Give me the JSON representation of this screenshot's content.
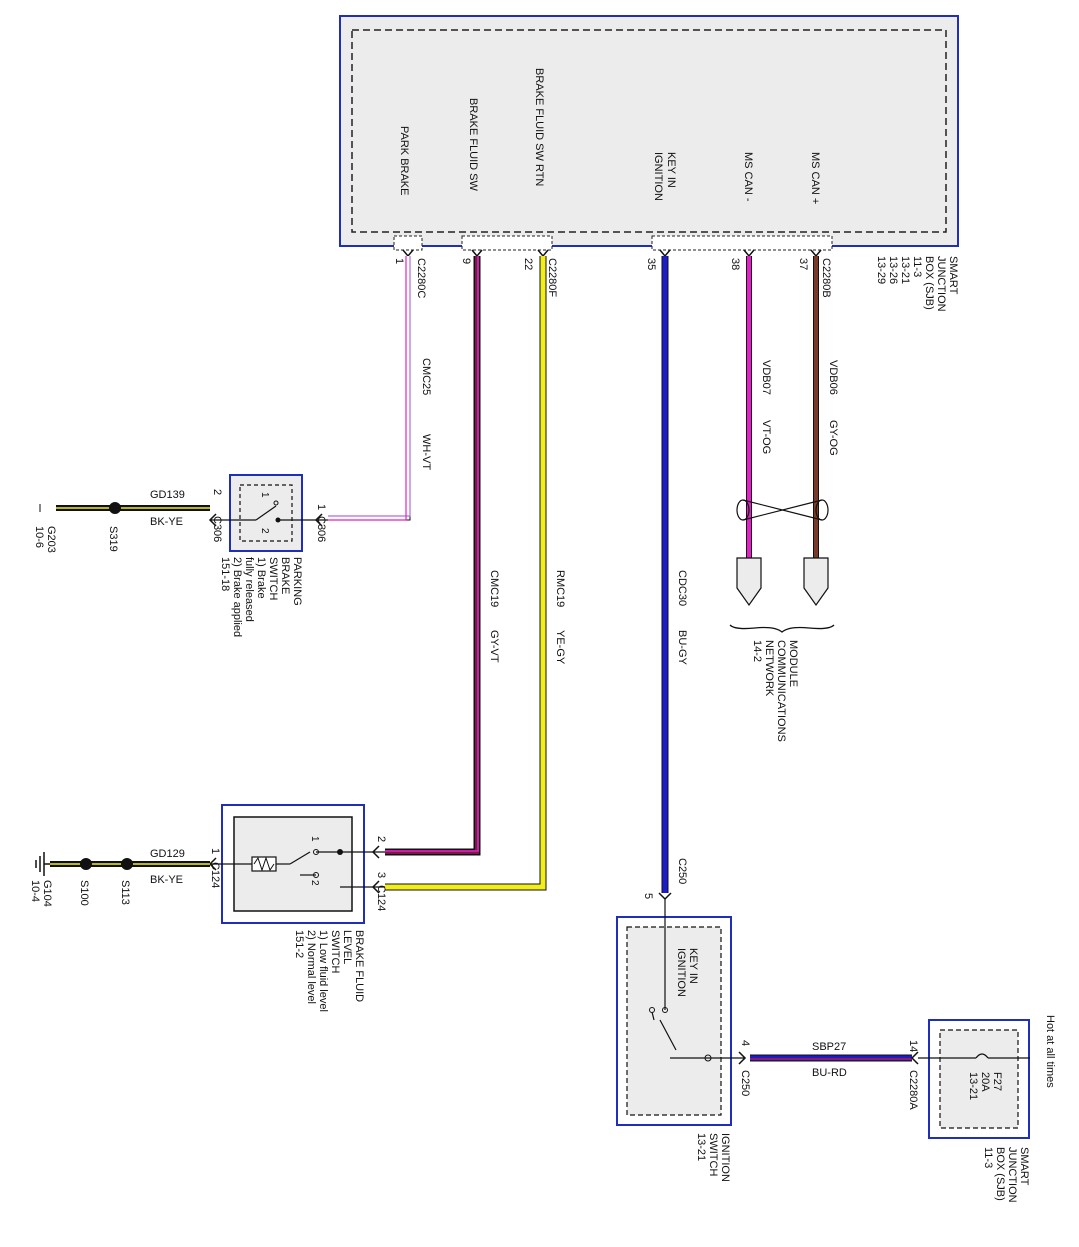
{
  "sjb_top": {
    "name_lines": [
      "SMART",
      "JUNCTION",
      "BOX (SJB)",
      "11-3",
      "13-21",
      "13-26",
      "13-29"
    ],
    "pins": [
      {
        "id": "park-brake",
        "label": "PARK BRAKE",
        "pin": "1",
        "connector": "C2280C"
      },
      {
        "id": "brake-fluid-sw",
        "label": "BRAKE FLUID SW",
        "pin": "9",
        "connector": ""
      },
      {
        "id": "brake-fluid-sw-rtn",
        "label": "BRAKE FLUID SW RTN",
        "pin": "22",
        "connector": "C2280F"
      },
      {
        "id": "key-in-ignition",
        "label_lines": [
          "KEY IN",
          "IGNITION"
        ],
        "pin": "35",
        "connector": ""
      },
      {
        "id": "ms-can-minus",
        "label": "MS CAN -",
        "pin": "38",
        "connector": ""
      },
      {
        "id": "ms-can-plus",
        "label": "MS CAN +",
        "pin": "37",
        "connector": "C2280B"
      }
    ]
  },
  "wires": {
    "cmc25": {
      "circuit": "CMC25",
      "color_code": "WH-VT"
    },
    "cmc19": {
      "circuit": "CMC19",
      "color_code": "GY-VT"
    },
    "rmc19": {
      "circuit": "RMC19",
      "color_code": "YE-GY"
    },
    "cdc30": {
      "circuit": "CDC30",
      "color_code": "BU-GY"
    },
    "vdb07": {
      "circuit": "VDB07",
      "color_code": "VT-OG"
    },
    "vdb06": {
      "circuit": "VDB06",
      "color_code": "GY-OG"
    },
    "gd139": {
      "circuit": "GD139",
      "color_code": "BK-YE"
    },
    "gd129": {
      "circuit": "GD129",
      "color_code": "BK-YE"
    },
    "sbp27": {
      "circuit": "SBP27",
      "color_code": "BU-RD"
    }
  },
  "parking_brake_switch": {
    "name_lines": [
      "PARKING",
      "BRAKE",
      "SWITCH",
      "1) Brake",
      "fully released",
      "2) Brake applied",
      "151-18"
    ],
    "pin1": "1",
    "pin2": "2",
    "connector_right": "C306",
    "connector_left": "C306",
    "contact1": "1",
    "contact2": "2"
  },
  "ground_g203": {
    "splice": "S319",
    "ground": "G203",
    "ref": "10-6",
    "pin": "2"
  },
  "brake_fluid_level_switch": {
    "name_lines": [
      "BRAKE FLUID",
      "LEVEL",
      "SWITCH",
      "1) Low fluid level",
      "2) Normal level",
      "151-2"
    ],
    "pin1": "1",
    "pin2": "2",
    "pin3": "3",
    "connector_left": "C124",
    "connector_right": "C124",
    "contact1": "1",
    "contact2": "2"
  },
  "ground_g104": {
    "splice1": "S100",
    "splice2": "S113",
    "ground": "G104",
    "ref": "10-4"
  },
  "module_network": {
    "name_lines": [
      "MODULE",
      "COMMUNICATIONS",
      "NETWORK",
      "14-2"
    ]
  },
  "ignition_switch": {
    "name_lines": [
      "IGNITION",
      "SWITCH",
      "13-21"
    ],
    "inner_lines": [
      "KEY IN",
      "IGNITION"
    ],
    "pin_top": "5",
    "connector_top": "C250",
    "pin_right": "4",
    "connector_right": "C250"
  },
  "sjb_bottom": {
    "name_lines": [
      "SMART",
      "JUNCTION",
      "BOX (SJB)",
      "11-3"
    ],
    "fuse_lines": [
      "F27",
      "20A",
      "13-21"
    ],
    "hot_label": "Hot at all times",
    "pin": "14",
    "connector": "C2280A"
  },
  "colors": {
    "frame_blue": "#1f2fb8",
    "box_fill": "#ececec",
    "magenta": "#e61fc8",
    "yellow": "#f2ee1a",
    "blue_wire": "#1c1cc8",
    "brown": "#7a3a2a",
    "violet": "#b36be0"
  }
}
